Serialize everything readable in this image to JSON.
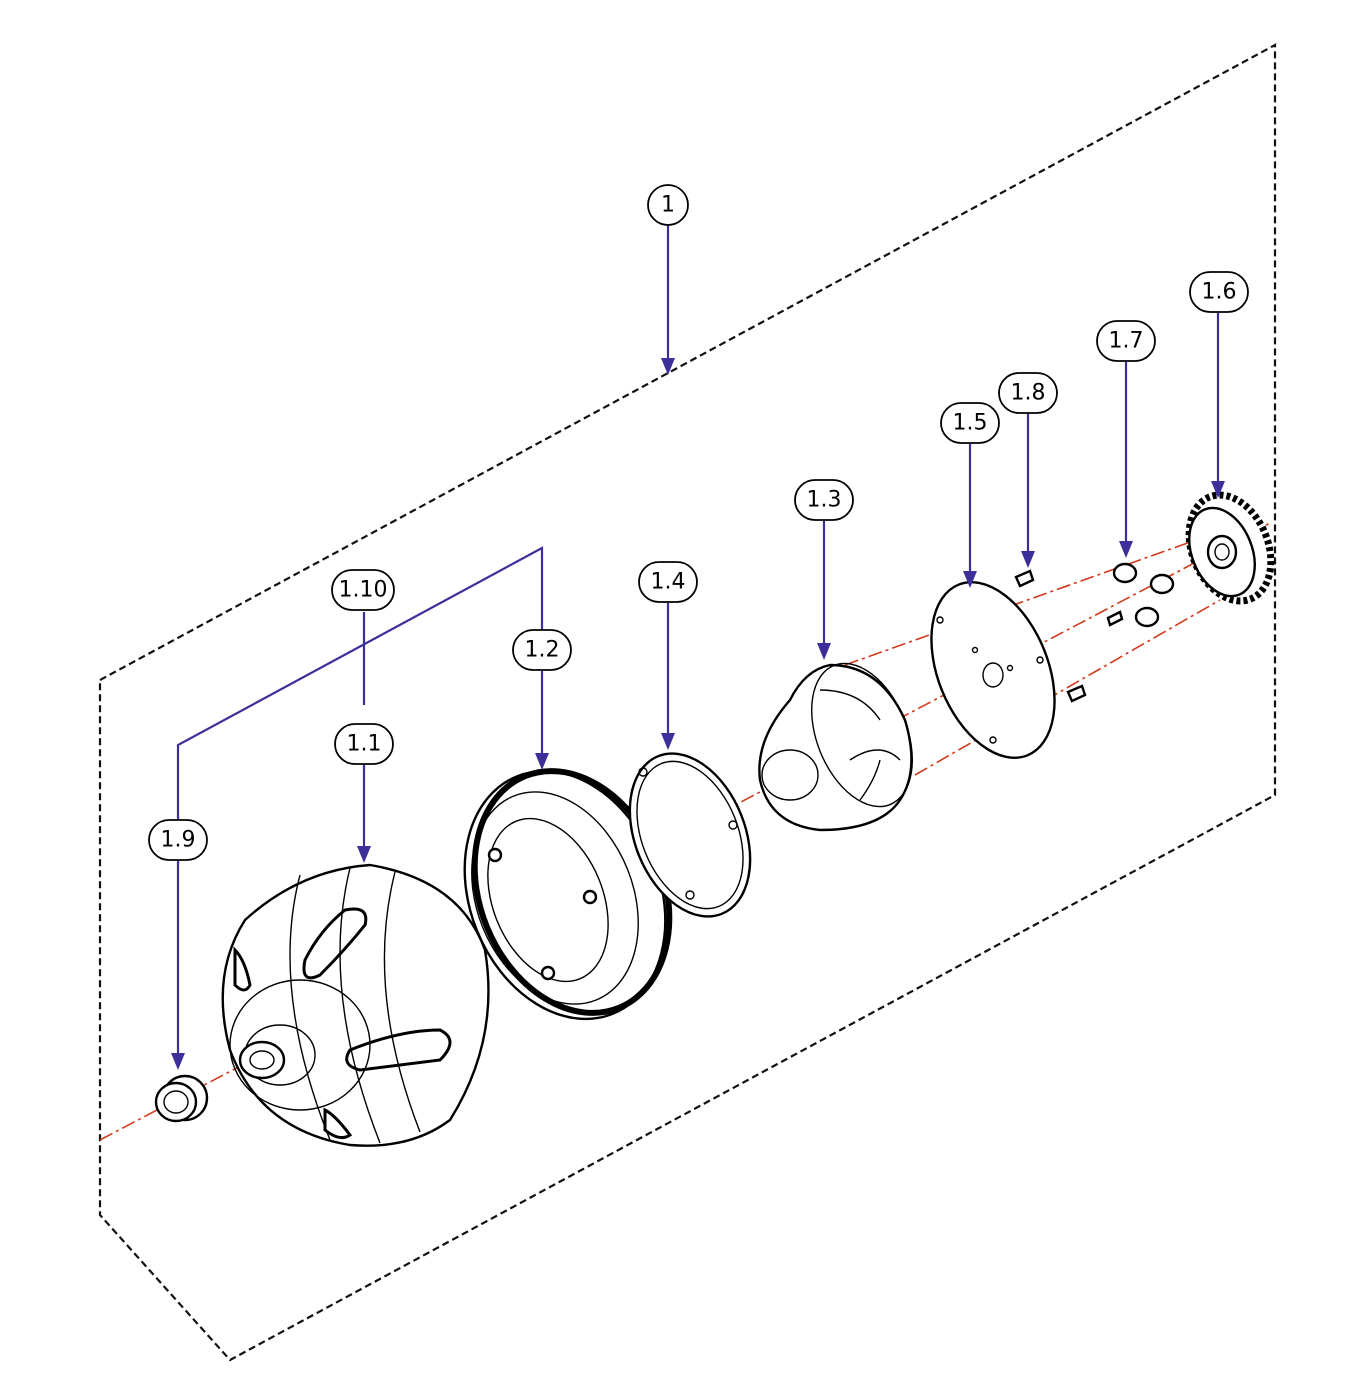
{
  "callouts": {
    "assembly": "1",
    "housing": "1.1",
    "ring_gear": "1.2",
    "cup": "1.3",
    "gasket": "1.4",
    "cover_plate": "1.5",
    "gear": "1.6",
    "nut": "1.7",
    "screw": "1.8",
    "bushing": "1.9",
    "group": "1.10"
  },
  "colors": {
    "leader": "#3c2f9a",
    "centerline": "#d0391b",
    "outline": "#000000"
  }
}
